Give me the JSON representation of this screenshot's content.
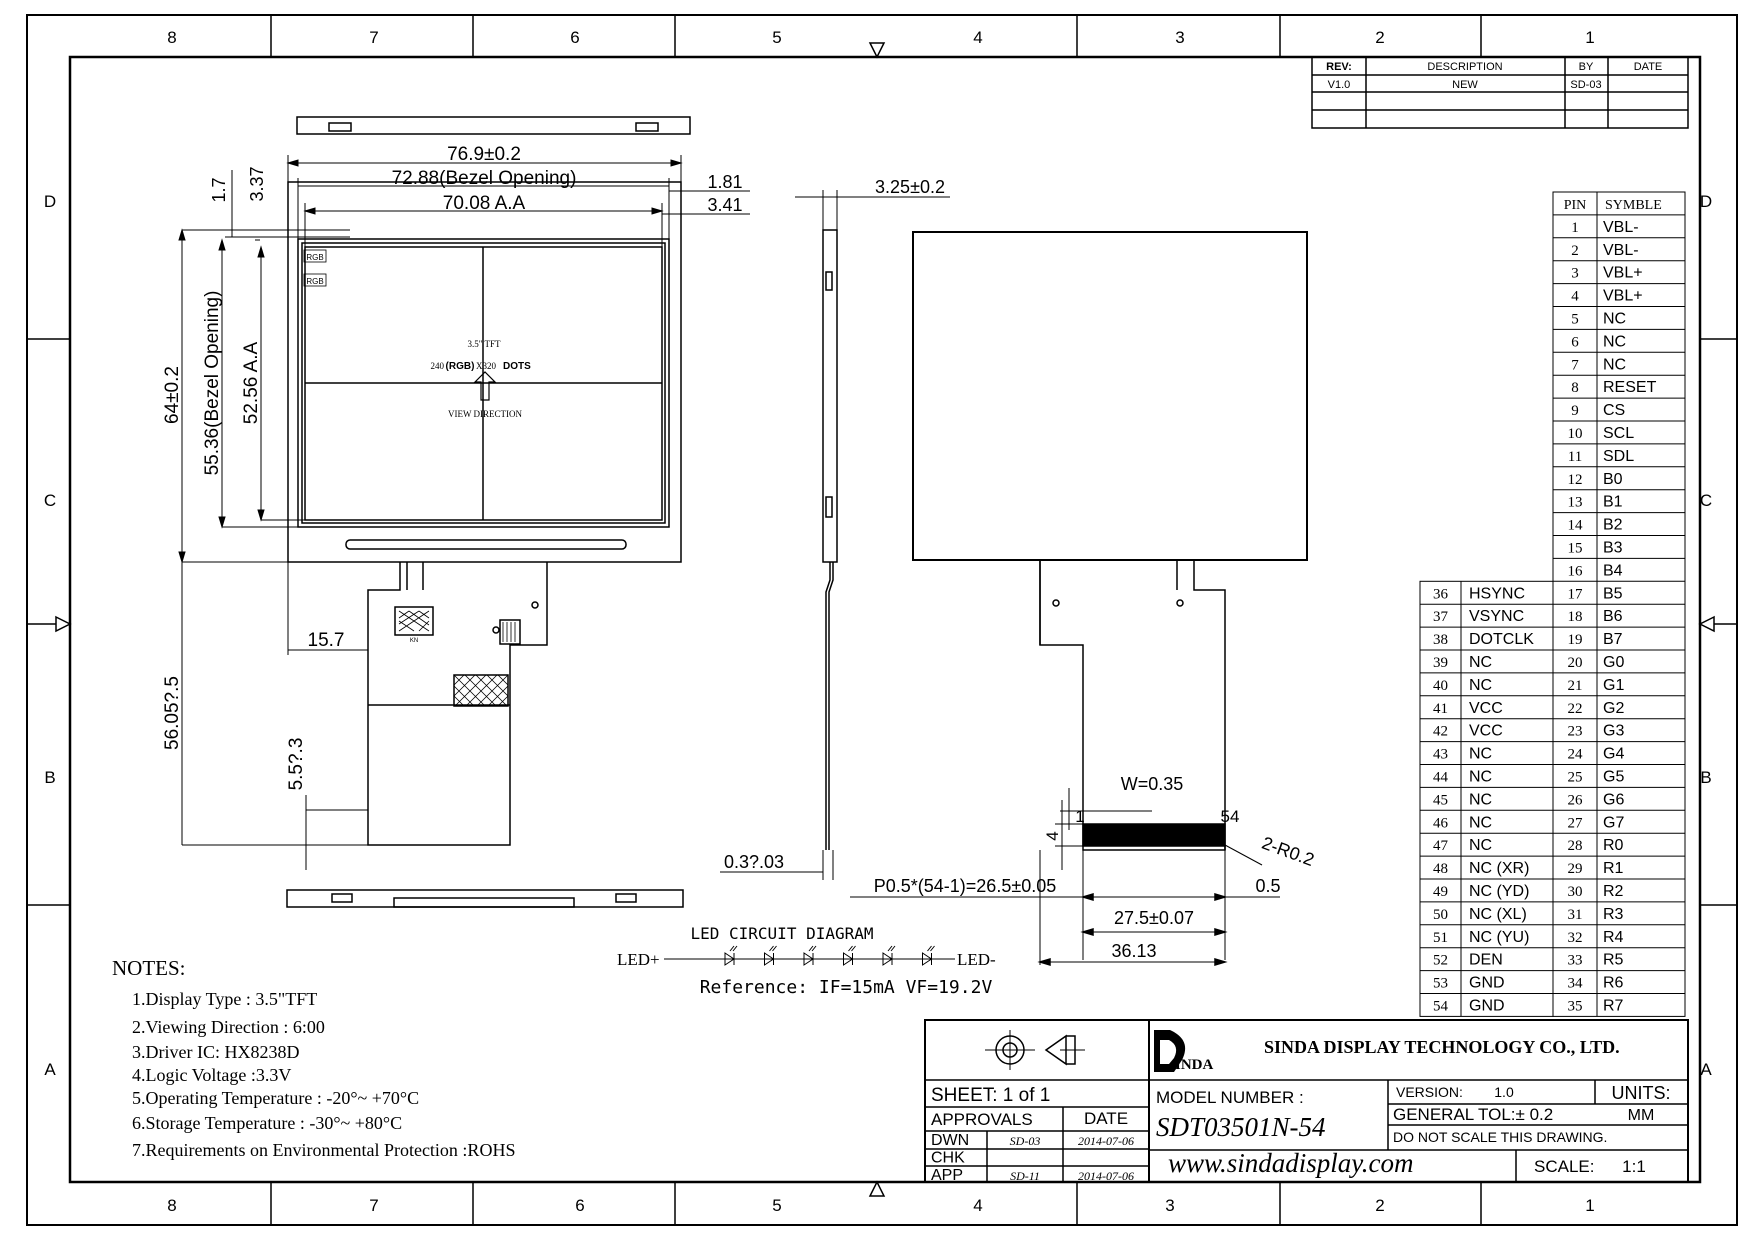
{
  "frame": {
    "col_labels": [
      "8",
      "7",
      "6",
      "5",
      "4",
      "3",
      "2",
      "1"
    ],
    "row_labels": [
      "D",
      "C",
      "B",
      "A"
    ]
  },
  "revision_block": {
    "headers": [
      "REV:",
      "DESCRIPTION",
      "BY",
      "DATE"
    ],
    "rows": [
      [
        "V1.0",
        "NEW",
        "SD-03",
        ""
      ],
      [
        "",
        "",
        "",
        ""
      ],
      [
        "",
        "",
        "",
        ""
      ]
    ]
  },
  "front_view": {
    "dims": {
      "overall_width": "76.9±0.2",
      "bezel_opening_width": "72.88(Bezel Opening)",
      "active_area_width": "70.08 A.A",
      "right_bezel_1": "1.81",
      "right_bezel_2": "3.41",
      "top_1": "1.7",
      "top_2": "3.37",
      "overall_height": "64±0.2",
      "bezel_opening_height": "55.36(Bezel Opening)",
      "active_area_height": "52.56 A.A",
      "fpc_offset": "15.7",
      "fpc_length": "56.05?.5",
      "fpc_tail": "5.5?.3"
    },
    "screen_labels": {
      "line1": "3.5\" TFT",
      "line2_a": "240",
      "line2_b": "(RGB)",
      "line2_c": "X320",
      "line2_d": "DOTS",
      "line3": "VIEW DIRECTION"
    },
    "rgb_tag": "RGB",
    "kn_tag": "KN"
  },
  "side_view": {
    "thickness": "3.25±0.2",
    "fpc_thickness": "0.3?.03"
  },
  "back_view": {
    "dims": {
      "w": "W=0.35",
      "pin_first": "1",
      "pin_last": "54",
      "pad_height": "4",
      "radius": "2-R0.2",
      "pitch": "P0.5*(54-1)=26.5±0.05",
      "edge": "0.5",
      "pad_span": "27.5±0.07",
      "fpc_width": "36.13"
    }
  },
  "led_diagram": {
    "title": "LED CIRCUIT DIAGRAM",
    "plus": "LED+",
    "minus": "LED-",
    "reference": "Reference: IF=15mA   VF=19.2V",
    "led_count": 6
  },
  "notes": {
    "title": "NOTES:",
    "items": [
      "1.Display Type : 3.5\"TFT",
      "2.Viewing Direction : 6:00",
      "3.Driver IC: HX8238D",
      "4.Logic Voltage :3.3V",
      "5.Operating Temperature : -20°~ +70°C",
      "6.Storage Temperature : -30°~ +80°C",
      "7.Requirements on Environmental Protection :ROHS"
    ]
  },
  "pin_table": {
    "headers": [
      "PIN",
      "SYMBLE"
    ],
    "right": [
      [
        "1",
        "VBL-"
      ],
      [
        "2",
        "VBL-"
      ],
      [
        "3",
        "VBL+"
      ],
      [
        "4",
        "VBL+"
      ],
      [
        "5",
        "NC"
      ],
      [
        "6",
        "NC"
      ],
      [
        "7",
        "NC"
      ],
      [
        "8",
        "RESET"
      ],
      [
        "9",
        "CS"
      ],
      [
        "10",
        "SCL"
      ],
      [
        "11",
        "SDL"
      ],
      [
        "12",
        "B0"
      ],
      [
        "13",
        "B1"
      ],
      [
        "14",
        "B2"
      ],
      [
        "15",
        "B3"
      ],
      [
        "16",
        "B4"
      ],
      [
        "17",
        "B5"
      ],
      [
        "18",
        "B6"
      ],
      [
        "19",
        "B7"
      ],
      [
        "20",
        "G0"
      ],
      [
        "21",
        "G1"
      ],
      [
        "22",
        "G2"
      ],
      [
        "23",
        "G3"
      ],
      [
        "24",
        "G4"
      ],
      [
        "25",
        "G5"
      ],
      [
        "26",
        "G6"
      ],
      [
        "27",
        "G7"
      ],
      [
        "28",
        "R0"
      ],
      [
        "29",
        "R1"
      ],
      [
        "30",
        "R2"
      ],
      [
        "31",
        "R3"
      ],
      [
        "32",
        "R4"
      ],
      [
        "33",
        "R5"
      ],
      [
        "34",
        "R6"
      ],
      [
        "35",
        "R7"
      ]
    ],
    "left": [
      [
        "36",
        "HSYNC"
      ],
      [
        "37",
        "VSYNC"
      ],
      [
        "38",
        "DOTCLK"
      ],
      [
        "39",
        "NC"
      ],
      [
        "40",
        "NC"
      ],
      [
        "41",
        "VCC"
      ],
      [
        "42",
        "VCC"
      ],
      [
        "43",
        "NC"
      ],
      [
        "44",
        "NC"
      ],
      [
        "45",
        "NC"
      ],
      [
        "46",
        "NC"
      ],
      [
        "47",
        "NC"
      ],
      [
        "48",
        "NC (XR)"
      ],
      [
        "49",
        "NC (YD)"
      ],
      [
        "50",
        "NC (XL)"
      ],
      [
        "51",
        "NC (YU)"
      ],
      [
        "52",
        "DEN"
      ],
      [
        "53",
        "GND"
      ],
      [
        "54",
        "GND"
      ]
    ]
  },
  "title_block": {
    "sheet": "SHEET: 1 of 1",
    "approvals": "APPROVALS",
    "date_header": "DATE",
    "rows": [
      [
        "DWN",
        "SD-03",
        "2014-07-06"
      ],
      [
        "CHK",
        "",
        ""
      ],
      [
        "APP",
        "SD-11",
        "2014-07-06"
      ]
    ],
    "company_logo": "INDA",
    "company": "SINDA DISPLAY TECHNOLOGY CO., LTD.",
    "model_label": "MODEL NUMBER :",
    "model": "SDT03501N-54",
    "website": "www.sindadisplay.com",
    "version_label": "VERSION:",
    "version": "1.0",
    "units_label": "UNITS:",
    "units": "MM",
    "tolerance": "GENERAL TOL:± 0.2",
    "no_scale": "DO NOT SCALE THIS DRAWING.",
    "scale_label": "SCALE:",
    "scale": "1:1"
  }
}
